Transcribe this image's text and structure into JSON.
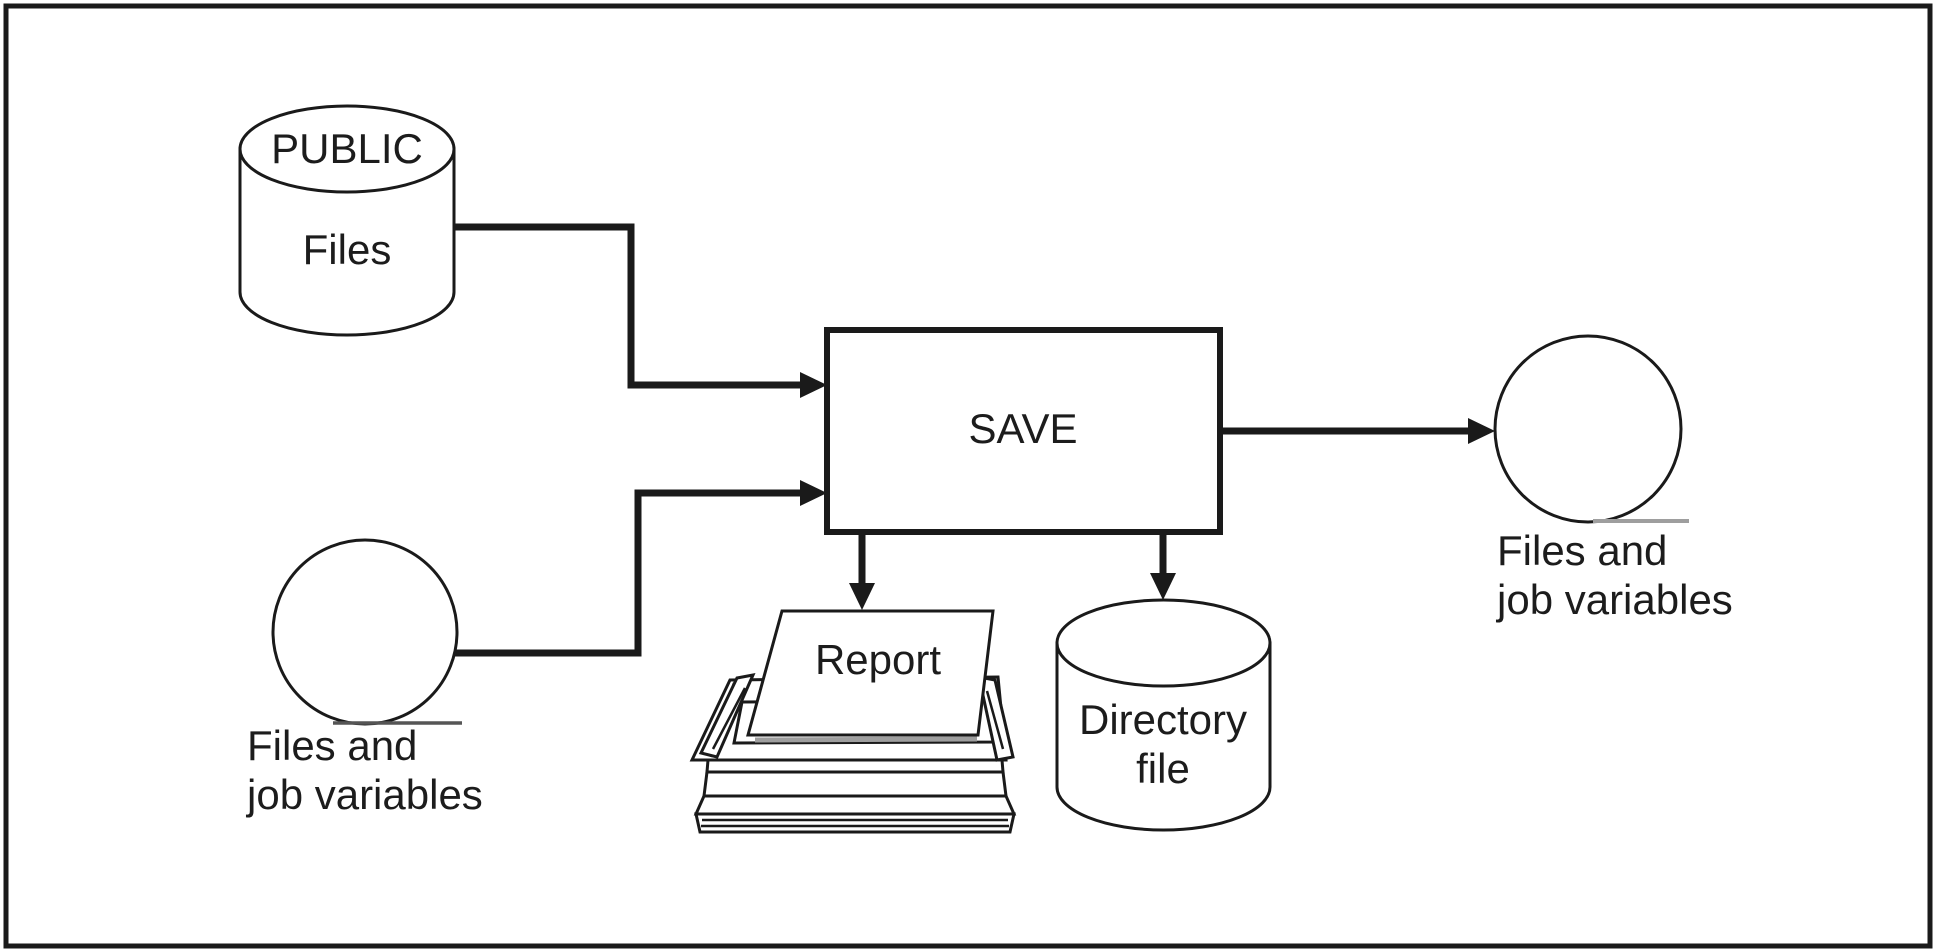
{
  "colors": {
    "line": "#1a1a1a",
    "text": "#1c1c1c",
    "bg": "#ffffff",
    "underline_left": "#555555",
    "underline_right": "#9e9e9e",
    "paper_shadow": "#9e9e9e"
  },
  "nodes": {
    "public_db": {
      "title": "PUBLIC",
      "subtitle": "Files"
    },
    "input_store": {
      "label_line1": "Files and",
      "label_line2": "job variables"
    },
    "save_process": {
      "label": "SAVE"
    },
    "report_printout": {
      "label": "Report"
    },
    "directory_db": {
      "label_line1": "Directory",
      "label_line2": "file"
    },
    "output_store": {
      "label_line1": "Files and",
      "label_line2": "job variables"
    }
  }
}
